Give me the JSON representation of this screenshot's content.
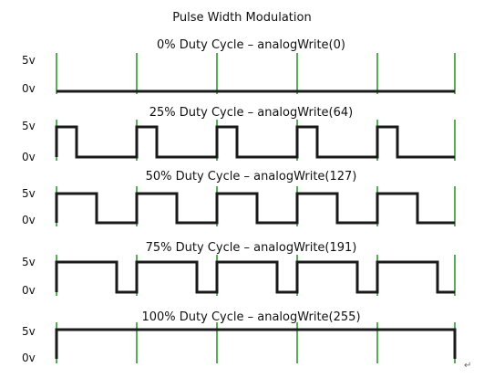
{
  "title": "Pulse Width Modulation",
  "level_labels": {
    "high": "5v",
    "low": "0v"
  },
  "colors": {
    "signal": "#1a1a1a",
    "clock_markers": "#2e9a2e",
    "background": "#ffffff"
  },
  "return_mark": "↵",
  "panels": [
    {
      "title": "0% Duty Cycle – analogWrite(0)",
      "duty_percent": 0
    },
    {
      "title": "25% Duty Cycle – analogWrite(64)",
      "duty_percent": 25
    },
    {
      "title": "50% Duty Cycle – analogWrite(127)",
      "duty_percent": 50
    },
    {
      "title": "75% Duty Cycle – analogWrite(191)",
      "duty_percent": 75
    },
    {
      "title": "100% Duty Cycle – analogWrite(255)",
      "duty_percent": 100
    }
  ]
}
